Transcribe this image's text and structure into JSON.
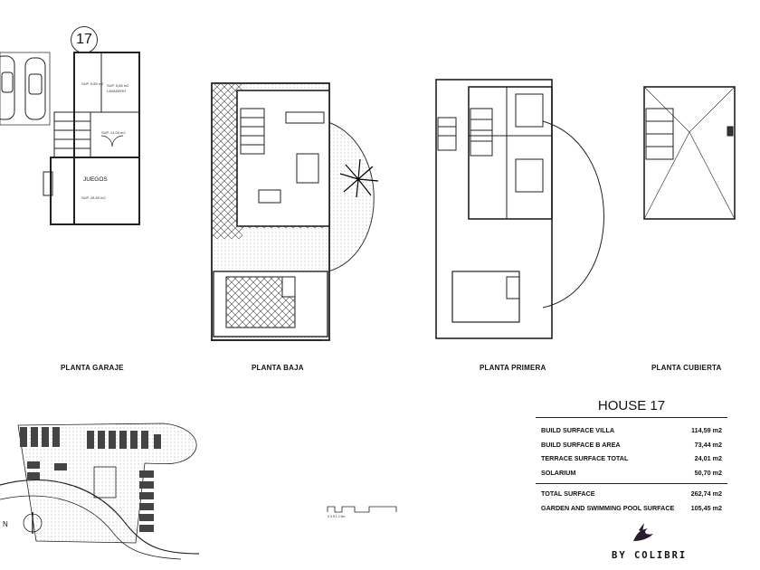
{
  "house_number": "17",
  "plans": {
    "garaje": "PLANTA GARAJE",
    "baja": "PLANTA BAJA",
    "primera": "PLANTA PRIMERA",
    "cubierta": "PLANTA CUBIERTA"
  },
  "room_label": "JUEGOS",
  "north": "N",
  "table": {
    "title": "HOUSE 17",
    "rows": [
      {
        "label": "BUILD SURFACE VILLA",
        "value": "114,59 m2"
      },
      {
        "label": "BUILD SURFACE B AREA",
        "value": "73,44 m2"
      },
      {
        "label": "TERRACE SURFACE TOTAL",
        "value": "24,01 m2"
      },
      {
        "label": "SOLARIUM",
        "value": "50,70 m2"
      }
    ],
    "total": {
      "label": "TOTAL SURFACE",
      "value": "262,74 m2"
    },
    "garden": {
      "label": "GARDEN AND SWIMMING POOL SURFACE",
      "value": "105,45 m2"
    }
  },
  "brand": "BY COLIBRI"
}
